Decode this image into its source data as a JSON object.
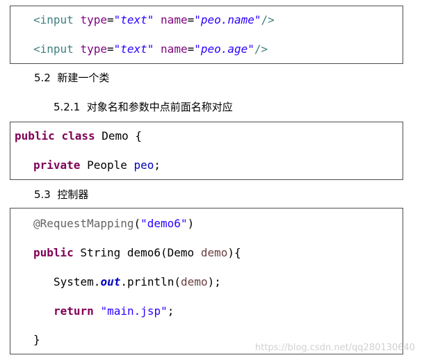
{
  "block1": {
    "line1": {
      "open": "<input ",
      "attr1": "type",
      "eq1": "=",
      "val1": "\"text\"",
      "sp": " ",
      "attr2": "name",
      "eq2": "=",
      "val2": "\"peo.name\"",
      "close": "/>"
    },
    "line2": {
      "open": "<input ",
      "attr1": "type",
      "eq1": "=",
      "val1": "\"text\"",
      "sp": " ",
      "attr2": "name",
      "eq2": "=",
      "val2": "\"peo.age\"",
      "close": "/>"
    }
  },
  "heading_5_2": "5.2  新建一个类",
  "heading_5_2_1": "5.2.1  对象名和参数中点前面名称对应",
  "block2": {
    "line1": {
      "kw1": "public",
      "sp1": " ",
      "kw2": "class",
      "rest": " Demo {"
    },
    "line2": {
      "kw": "private",
      "type": " People ",
      "field": "peo",
      "end": ";"
    }
  },
  "heading_5_3": "5.3  控制器",
  "block3": {
    "line1": {
      "ann": "@RequestMapping",
      "open": "(",
      "str": "\"demo6\"",
      "close": ")"
    },
    "line2": {
      "kw": "public",
      "mid": " String demo6(Demo ",
      "param": "demo",
      "end": "){"
    },
    "line3": {
      "pre": "System.",
      "field": "out",
      "mid": ".println(",
      "param": "demo",
      "end": ");"
    },
    "line4": {
      "kw": "return",
      "sp": " ",
      "str": "\"main.jsp\"",
      "end": ";"
    },
    "line5": {
      "brace": "}"
    }
  },
  "watermark": "https://blog.csdn.net/qq280130640"
}
